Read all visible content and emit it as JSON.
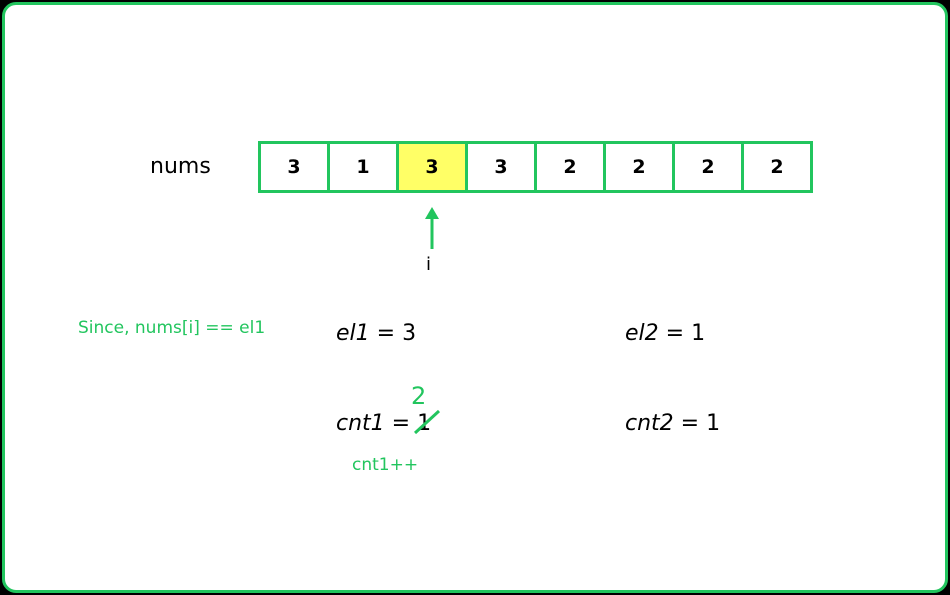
{
  "array": {
    "label": "nums",
    "values": [
      "3",
      "1",
      "3",
      "3",
      "2",
      "2",
      "2",
      "2"
    ],
    "highlight_index": 2
  },
  "pointer": {
    "label": "i"
  },
  "note": "Since, nums[i] == el1",
  "vars": {
    "el1": {
      "name": "el1",
      "eq": " = ",
      "value": "3"
    },
    "el2": {
      "name": "el2",
      "eq": " = ",
      "value": "1"
    },
    "cnt1": {
      "name": "cnt1",
      "eq": " = ",
      "old_value": "1",
      "new_value": "2",
      "op": "cnt1++"
    },
    "cnt2": {
      "name": "cnt2",
      "eq": " = ",
      "value": "1"
    }
  },
  "colors": {
    "accent": "#22c55e",
    "highlight": "#ffff66"
  }
}
